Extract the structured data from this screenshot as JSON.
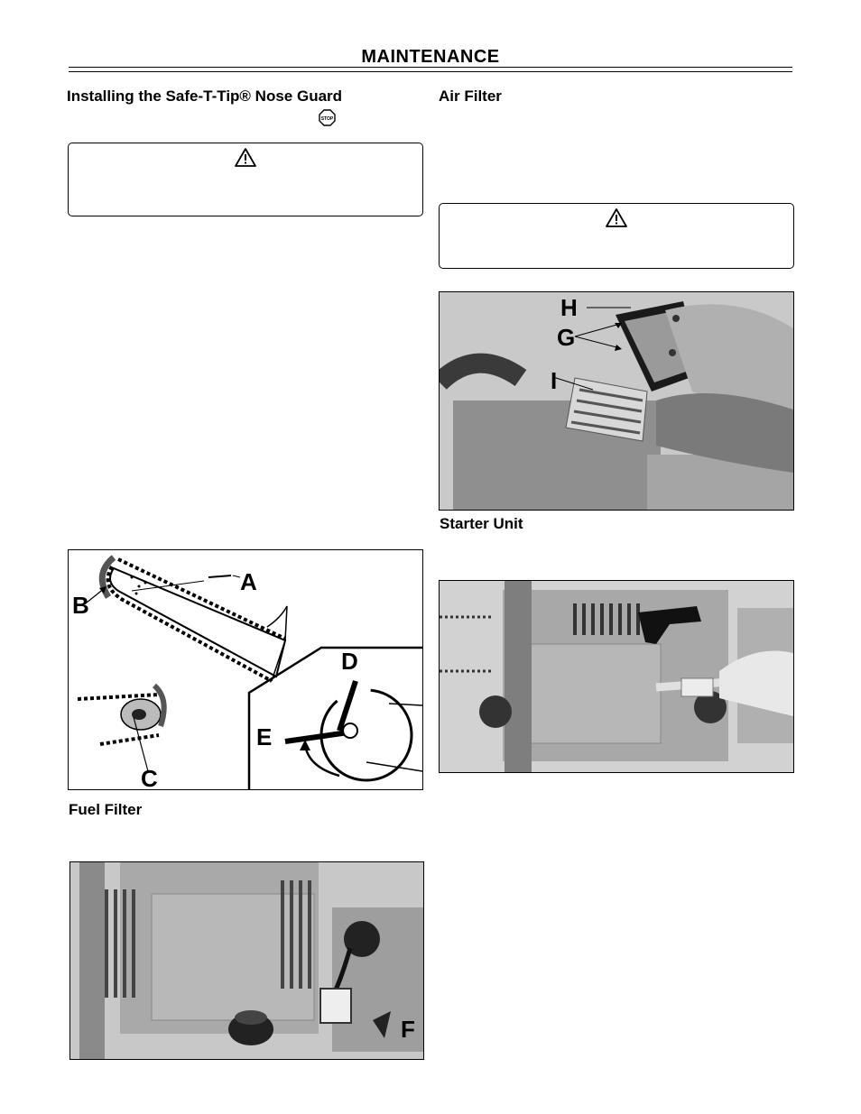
{
  "page": {
    "title": "MAINTENANCE"
  },
  "left_column": {
    "nose_guard": {
      "heading": "Installing the Safe-T-Tip® Nose Guard",
      "stop_icon": "stop-sign-icon",
      "stop_icon_text": "STOP",
      "warning_icon": "warning-triangle-icon"
    },
    "chain_figure": {
      "callouts": [
        "A",
        "B",
        "C",
        "D",
        "E"
      ]
    },
    "fuel_filter": {
      "heading": "Fuel Filter",
      "callouts": [
        "F"
      ]
    }
  },
  "right_column": {
    "air_filter": {
      "heading": "Air Filter",
      "warning_icon": "warning-triangle-icon",
      "callouts": [
        "H",
        "G",
        "I"
      ]
    },
    "starter_unit": {
      "heading": "Starter Unit"
    }
  }
}
